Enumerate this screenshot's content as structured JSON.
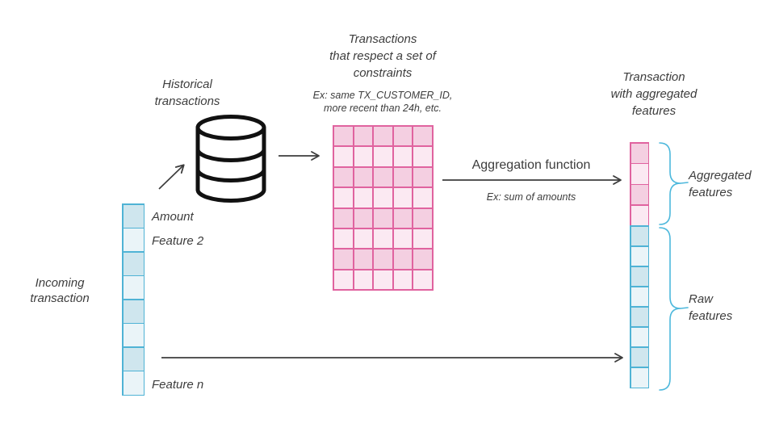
{
  "diagram": {
    "incoming": {
      "label": "Incoming\ntransaction",
      "cells": 8,
      "first_cell_label": "Amount",
      "second_cell_label": "Feature 2",
      "last_cell_label": "Feature n"
    },
    "historical": {
      "label": "Historical\ntransactions"
    },
    "constraints": {
      "title": "Transactions\nthat respect a set of\nconstraints",
      "example": "Ex: same TX_CUSTOMER_ID,\nmore recent than 24h, etc.",
      "grid_rows": 8,
      "grid_cols": 5
    },
    "aggregation": {
      "label": "Aggregation function",
      "example": "Ex: sum of amounts"
    },
    "output": {
      "title": "Transaction\nwith aggregated\nfeatures",
      "aggregated_label": "Aggregated\nfeatures",
      "raw_label": "Raw\nfeatures",
      "aggregated_cells": 4,
      "raw_cells": 8
    }
  },
  "colors": {
    "text": "#3d3d3d",
    "arrow": "#3d3d3d",
    "icon": "#111111",
    "pink_border": "#e0639f",
    "pink_dark": "#f4cfe1",
    "pink_light": "#fbe9f2",
    "blue_border": "#4fb3d5",
    "blue_dark": "#cfe6ee",
    "blue_light": "#eaf4f8",
    "brace": "#4db8dc"
  }
}
